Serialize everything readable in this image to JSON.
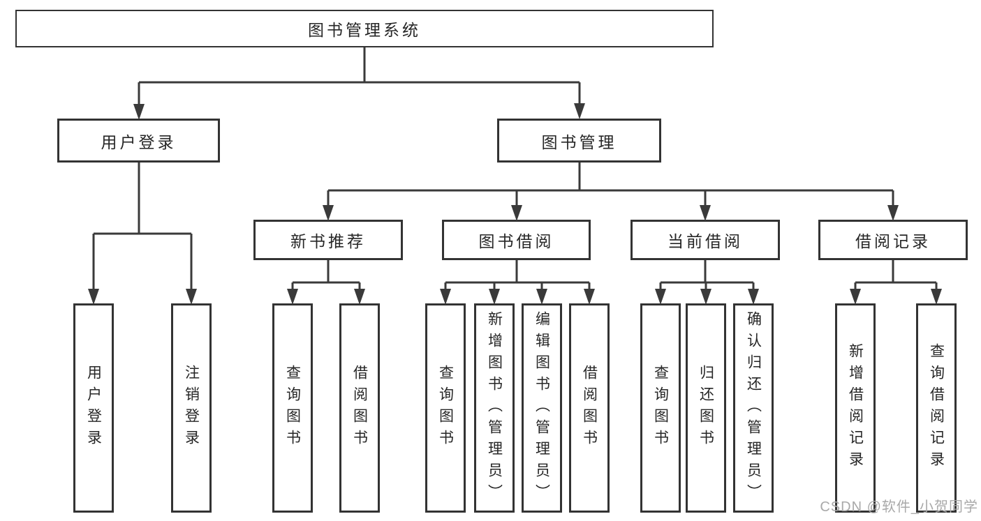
{
  "diagram": {
    "title": "图书管理系统",
    "branches": [
      {
        "label": "用户登录",
        "children": [
          {
            "label": "用户登录"
          },
          {
            "label": "注销登录"
          }
        ]
      },
      {
        "label": "图书管理",
        "children": [
          {
            "label": "新书推荐",
            "children": [
              {
                "label": "查询图书"
              },
              {
                "label": "借阅图书"
              }
            ]
          },
          {
            "label": "图书借阅",
            "children": [
              {
                "label": "查询图书"
              },
              {
                "label": "新增图书（管理员）"
              },
              {
                "label": "编辑图书（管理员）"
              },
              {
                "label": "借阅图书"
              }
            ]
          },
          {
            "label": "当前借阅",
            "children": [
              {
                "label": "查询图书"
              },
              {
                "label": "归还图书"
              },
              {
                "label": "确认归还（管理员）"
              }
            ]
          },
          {
            "label": "借阅记录",
            "children": [
              {
                "label": "新增借阅记录"
              },
              {
                "label": "查询借阅记录"
              }
            ]
          }
        ]
      }
    ]
  },
  "watermark": {
    "text": "CSDN @软件_小贺同学"
  },
  "colors": {
    "line": "#3a3a3a",
    "box_border": "#333333",
    "text": "#262626",
    "watermark": "#a9a9a9",
    "background": "#ffffff"
  }
}
